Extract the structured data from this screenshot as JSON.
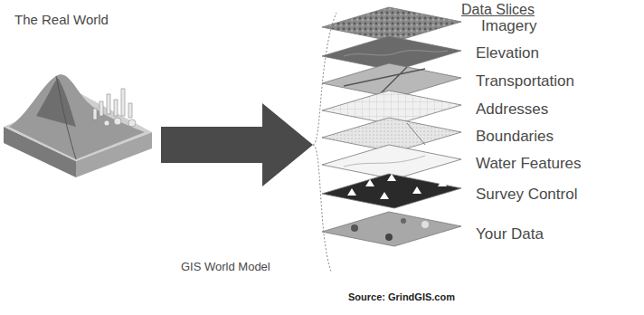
{
  "diagram": {
    "labels": [
      "The Real World",
      "GIS World Model",
      "Data Slices",
      "Imagery",
      "Elevation",
      "Transportation",
      "Addresses",
      "Boundaries",
      "Water Features",
      "Survey Control",
      "Your Data",
      "Source: GrindGIS.com"
    ]
  }
}
